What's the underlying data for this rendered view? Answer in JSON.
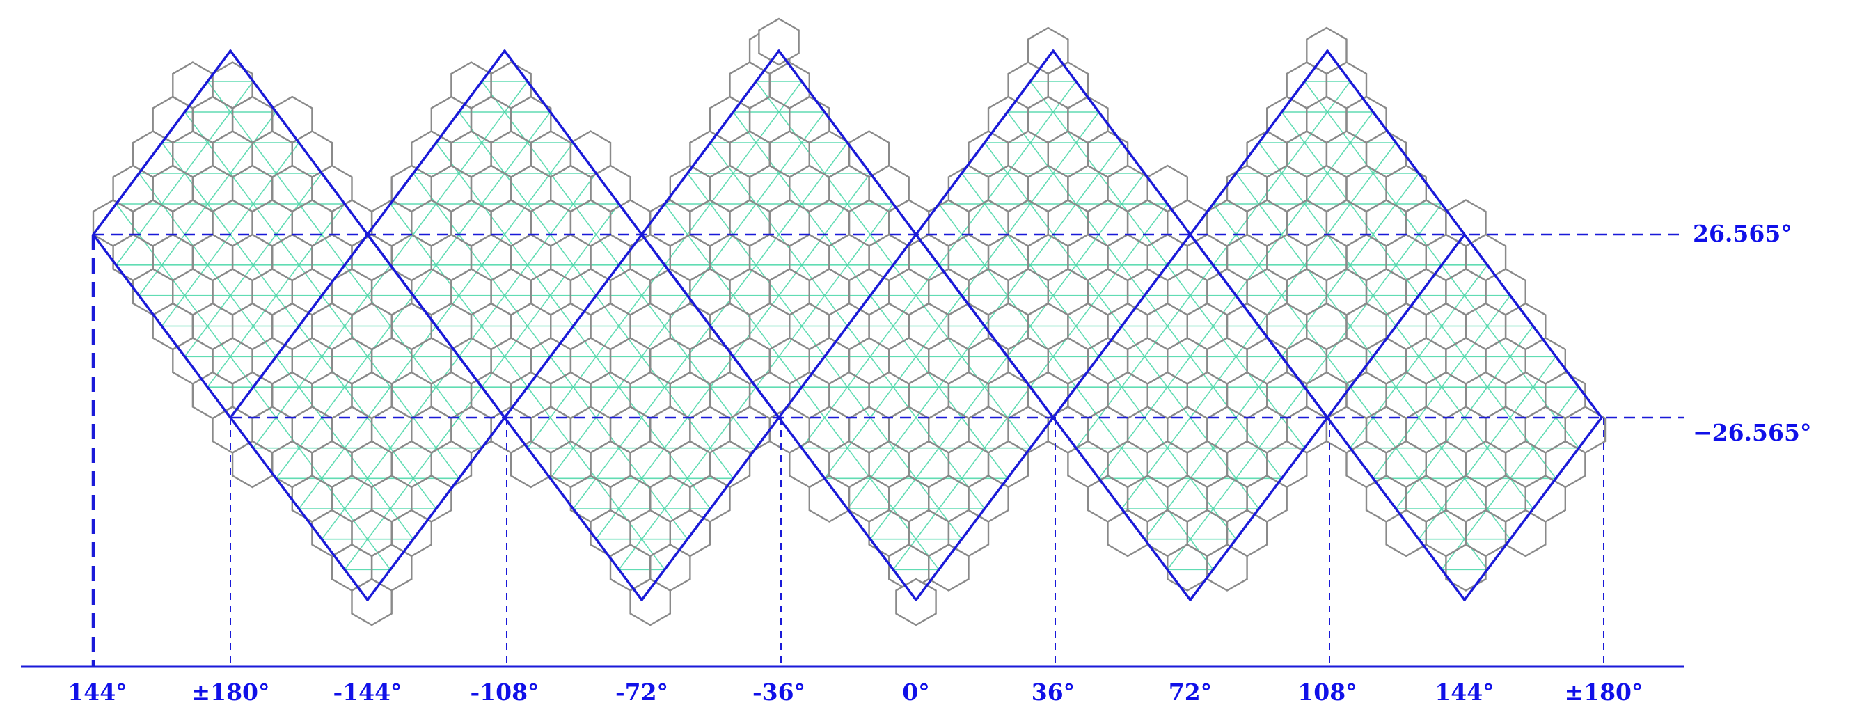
{
  "figure": {
    "latitude_labels": [
      "26.565°",
      "−26.565°"
    ],
    "longitude_labels": [
      "144°",
      "±180°",
      "-144°",
      "-108°",
      "-72°",
      "-36°",
      "0°",
      "36°",
      "72°",
      "108°",
      "144°",
      "±180°"
    ]
  },
  "colors": {
    "outline": "#1a1ad8",
    "hexagon": "#8a8a8a",
    "inner_lines": "#46d6a6",
    "label": "#1010e8"
  }
}
